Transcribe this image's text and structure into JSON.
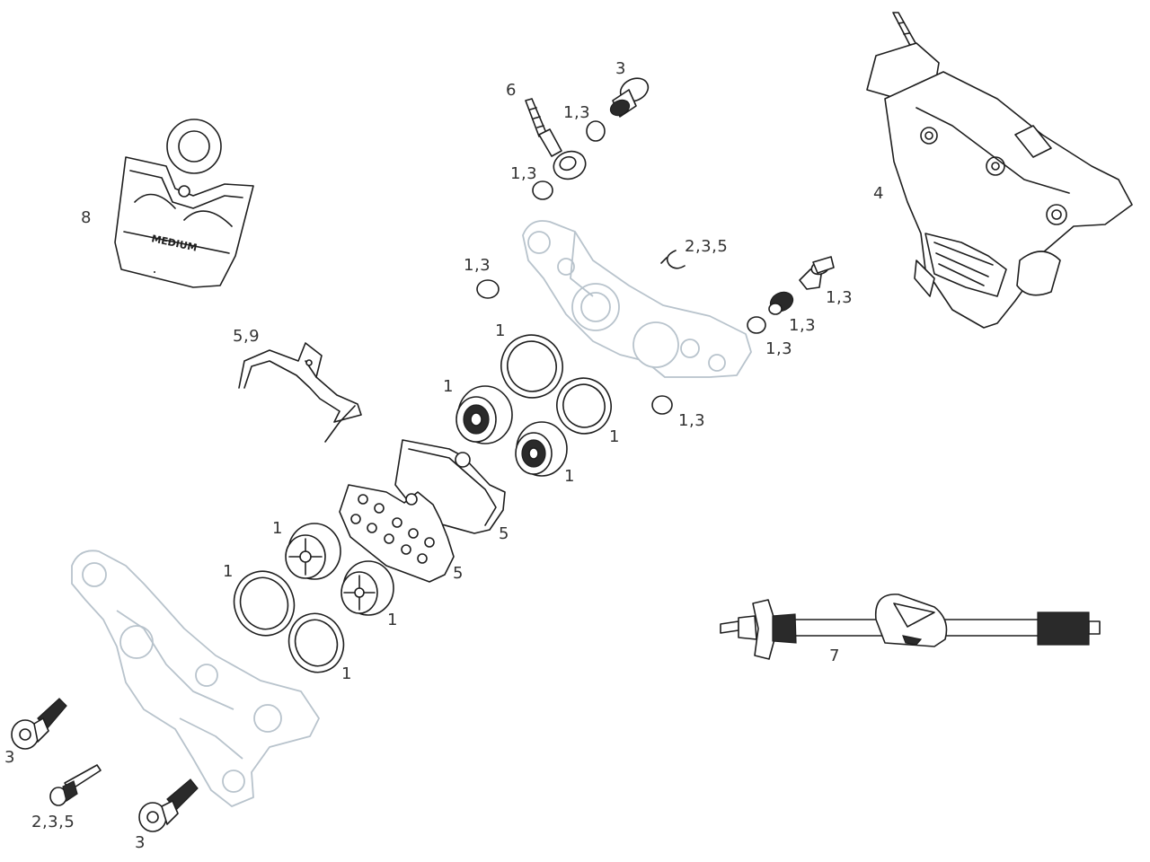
{
  "figure": {
    "pad_marking": "MEDIUM"
  },
  "callouts": [
    {
      "id": "c-8",
      "text": "8",
      "part": "brake-pad-compound"
    },
    {
      "id": "c-6",
      "text": "6",
      "part": "banjo-fitting"
    },
    {
      "id": "c-3-top",
      "text": "3",
      "part": "banjo-bolt"
    },
    {
      "id": "c-13-a",
      "text": "1,3",
      "part": "banjo-washer-upper"
    },
    {
      "id": "c-13-b",
      "text": "1,3",
      "part": "banjo-washer-lower"
    },
    {
      "id": "c-4",
      "text": "4",
      "part": "caliper-assembly"
    },
    {
      "id": "c-235-top",
      "text": "2,3,5",
      "part": "pad-pin-clip"
    },
    {
      "id": "c-13-c",
      "text": "1,3",
      "part": "caliper-washer-left"
    },
    {
      "id": "c-13-d",
      "text": "1,3",
      "part": "bleed-screw"
    },
    {
      "id": "c-13-e",
      "text": "1,3",
      "part": "bleed-spring"
    },
    {
      "id": "c-13-f",
      "text": "1,3",
      "part": "bleed-washer"
    },
    {
      "id": "c-59",
      "text": "5,9",
      "part": "pad-spring"
    },
    {
      "id": "c-1-a",
      "text": "1",
      "part": "piston-seal-upper"
    },
    {
      "id": "c-1-b",
      "text": "1",
      "part": "piston-upper-left"
    },
    {
      "id": "c-13-g",
      "text": "1,3",
      "part": "caliper-washer-bottom"
    },
    {
      "id": "c-1-c",
      "text": "1",
      "part": "piston-seal-upper-right"
    },
    {
      "id": "c-1-d",
      "text": "1",
      "part": "piston-upper-right"
    },
    {
      "id": "c-5-a",
      "text": "5",
      "part": "brake-pad-front"
    },
    {
      "id": "c-5-b",
      "text": "5",
      "part": "brake-pad-back"
    },
    {
      "id": "c-1-e",
      "text": "1",
      "part": "piston-lower-left"
    },
    {
      "id": "c-1-f",
      "text": "1",
      "part": "piston-seal-lower-left"
    },
    {
      "id": "c-1-g",
      "text": "1",
      "part": "piston-lower-right"
    },
    {
      "id": "c-1-h",
      "text": "1",
      "part": "piston-seal-lower-right"
    },
    {
      "id": "c-7",
      "text": "7",
      "part": "bleed-block-tool"
    },
    {
      "id": "c-3-left",
      "text": "3",
      "part": "mounting-bolt-left"
    },
    {
      "id": "c-235-bottom",
      "text": "2,3,5",
      "part": "pad-retaining-pin"
    },
    {
      "id": "c-3-bottom",
      "text": "3",
      "part": "mounting-bolt-bottom"
    }
  ]
}
